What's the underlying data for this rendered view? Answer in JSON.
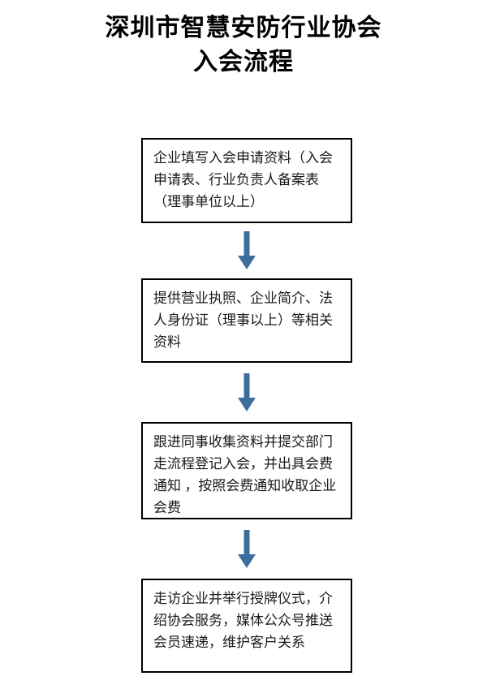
{
  "document": {
    "title_lines": [
      "深圳市智慧安防行业协会",
      "入会流程"
    ]
  },
  "flowchart": {
    "type": "vertical-flow",
    "arrow_color": "#3d6e9e",
    "box_border_color": "#000000",
    "box_fill_color": "#ffffff",
    "text_color": "#1a1a1a",
    "steps": [
      {
        "index": 1,
        "text": "企业填写入会申请资料（入会申请表、行业负责人备案表（理事单位以上）"
      },
      {
        "index": 2,
        "text": "提供营业执照、企业简介、法人身份证（理事以上）等相关资料"
      },
      {
        "index": 3,
        "text": "跟进同事收集资料并提交部门走流程登记入会，并出具会费通知 ，按照会费通知收取企业会费"
      },
      {
        "index": 4,
        "text": "走访企业并举行授牌仪式，介绍协会服务，媒体公众号推送会员速递，维护客户关系"
      }
    ],
    "connectors": [
      {
        "index": 1,
        "icon": "arrow-down-icon",
        "from": 1,
        "to": 2
      },
      {
        "index": 2,
        "icon": "arrow-down-icon",
        "from": 2,
        "to": 3
      },
      {
        "index": 3,
        "icon": "arrow-down-icon",
        "from": 3,
        "to": 4
      }
    ]
  }
}
